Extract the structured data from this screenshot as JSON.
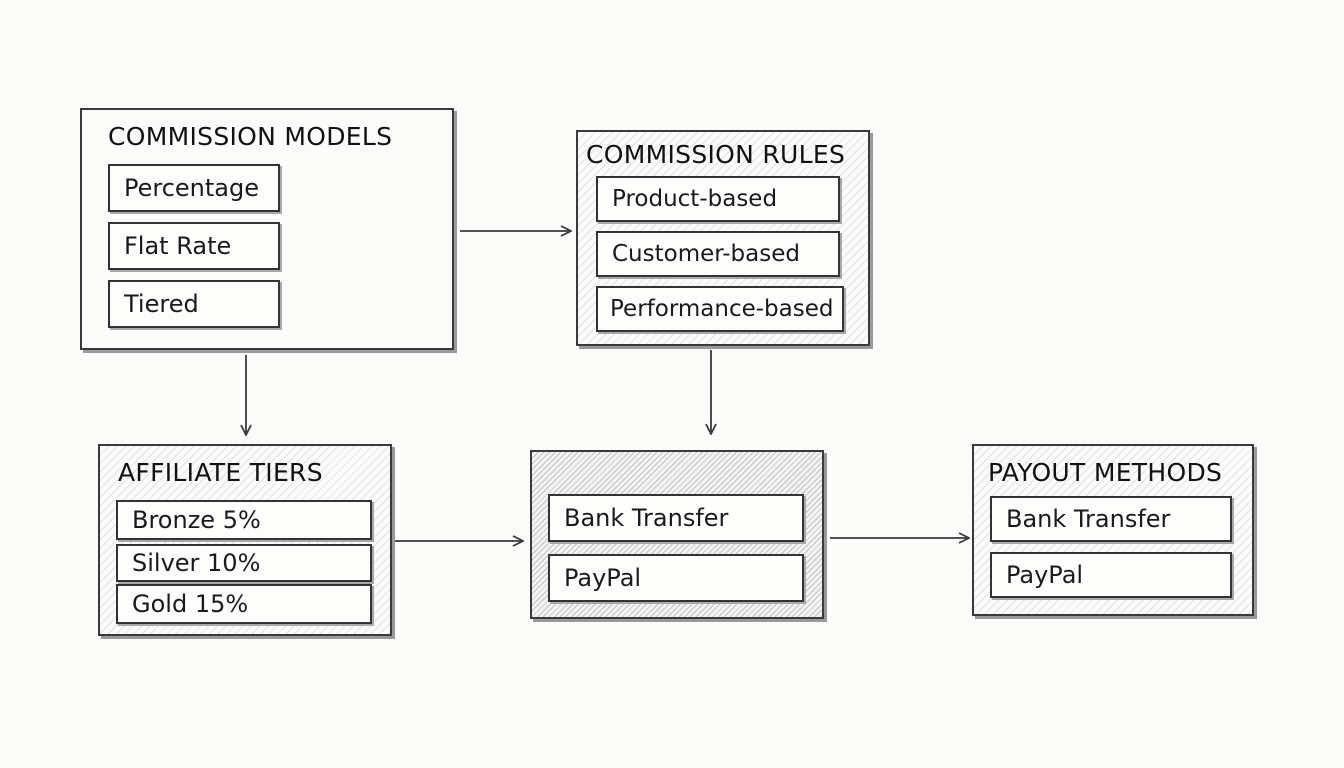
{
  "commission_models": {
    "title": "COMMISSION MODELS",
    "items": [
      "Percentage",
      "Flat Rate",
      "Tiered"
    ]
  },
  "commission_rules": {
    "title": "COMMISSION RULES",
    "items": [
      "Product-based",
      "Customer-based",
      "Performance-based"
    ]
  },
  "affiliate_tiers": {
    "title": "AFFILIATE TIERS",
    "items": [
      "Bronze 5%",
      "Silver 10%",
      "Gold 15%"
    ]
  },
  "payout_center": {
    "items": [
      "Bank Transfer",
      "PayPal"
    ]
  },
  "payout_methods": {
    "title": "PAYOUT METHODS",
    "items": [
      "Bank Transfer",
      "PayPal"
    ]
  },
  "style": {
    "stroke_color": "#3a3a3a",
    "background": "#fbfbfa"
  }
}
